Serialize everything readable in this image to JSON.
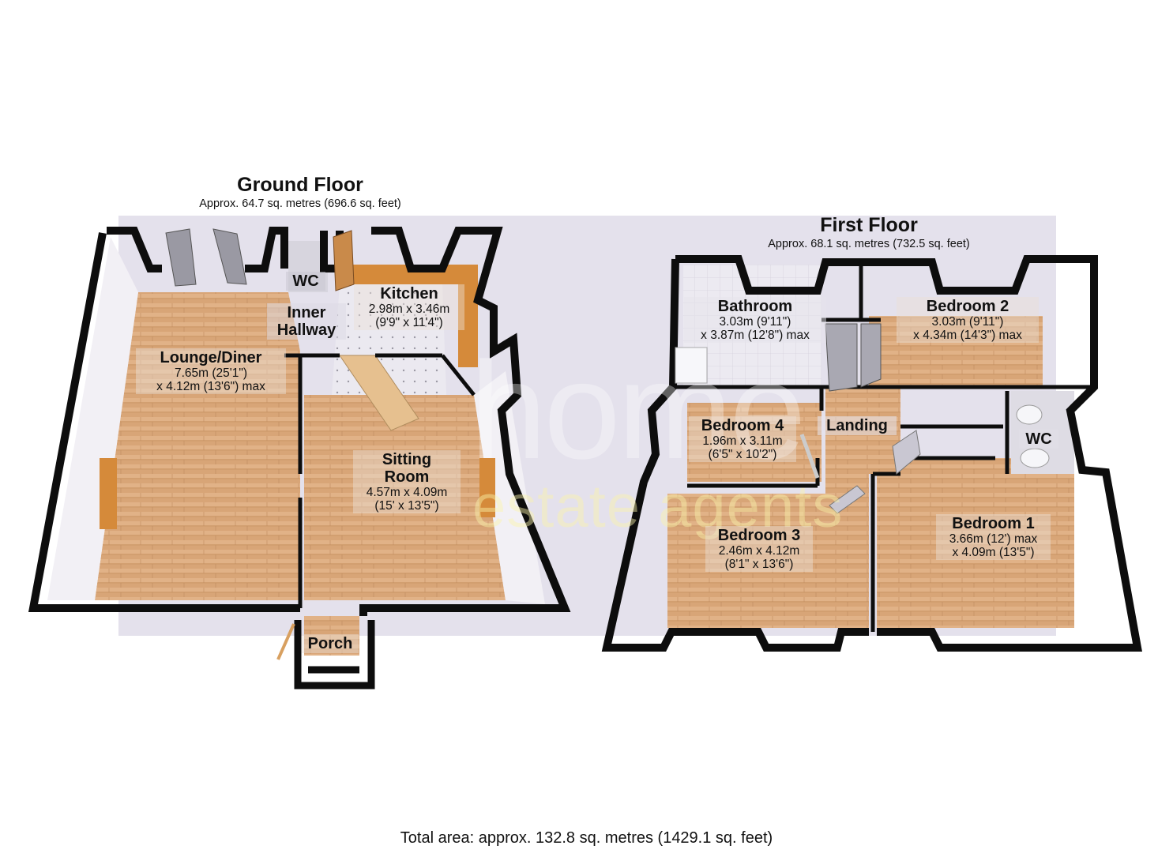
{
  "ground_floor": {
    "title": "Ground Floor",
    "area": "Approx. 64.7 sq. metres (696.6 sq. feet)",
    "rooms": [
      {
        "name": "Lounge/Diner",
        "dim1": "7.65m (25'1\")",
        "dim2": "x 4.12m (13'6\") max"
      },
      {
        "name": "WC",
        "dim1": "",
        "dim2": ""
      },
      {
        "name": "Inner Hallway",
        "dim1": "",
        "dim2": ""
      },
      {
        "name": "Kitchen",
        "dim1": "2.98m x 3.46m",
        "dim2": "(9'9\" x 11'4\")"
      },
      {
        "name": "Sitting Room",
        "dim1": "4.57m x 4.09m",
        "dim2": "(15' x 13'5\")"
      },
      {
        "name": "Porch",
        "dim1": "",
        "dim2": ""
      }
    ]
  },
  "first_floor": {
    "title": "First Floor",
    "area": "Approx. 68.1 sq. metres (732.5 sq. feet)",
    "rooms": [
      {
        "name": "Bathroom",
        "dim1": "3.03m (9'11\")",
        "dim2": "x 3.87m (12'8\") max"
      },
      {
        "name": "Bedroom 2",
        "dim1": "3.03m (9'11\")",
        "dim2": "x 4.34m (14'3\") max"
      },
      {
        "name": "Bedroom 4",
        "dim1": "1.96m x 3.11m",
        "dim2": "(6'5\" x 10'2\")"
      },
      {
        "name": "Landing",
        "dim1": "",
        "dim2": ""
      },
      {
        "name": "WC",
        "dim1": "",
        "dim2": ""
      },
      {
        "name": "Bedroom 3",
        "dim1": "2.46m x 4.12m",
        "dim2": "(8'1\" x 13'6\")"
      },
      {
        "name": "Bedroom 1",
        "dim1": "3.66m (12') max",
        "dim2": "x 4.09m (13'5\")"
      }
    ]
  },
  "watermark": {
    "line1": "home",
    "line2": "estate agents"
  },
  "total_area": "Total area: approx. 132.8 sq. metres (1429.1 sq. feet)",
  "colors": {
    "background_band": "#e4e1ec",
    "wall": "#0d0d0d",
    "floor_wood": "#d9a679",
    "tile": "#e8e6ee"
  }
}
